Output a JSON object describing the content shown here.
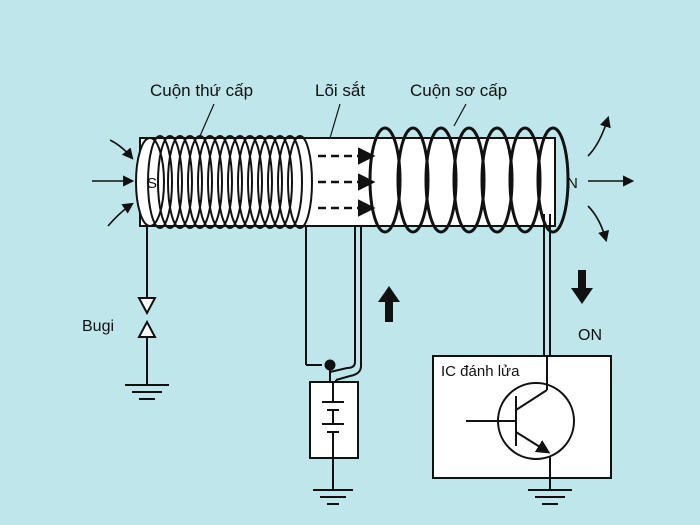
{
  "labels": {
    "secondary_coil": "Cuộn thứ cấp",
    "iron_core": "Lõi sắt",
    "primary_coil": "Cuộn sơ cấp",
    "south_pole": "S",
    "north_pole": "N",
    "spark_plug": "Bugi",
    "state": "ON",
    "igniter": "IC đánh lửa"
  },
  "colors": {
    "background": "#bfe6ea",
    "stroke": "#111111",
    "core_fill": "#ffffff",
    "box_fill": "#ffffff"
  }
}
